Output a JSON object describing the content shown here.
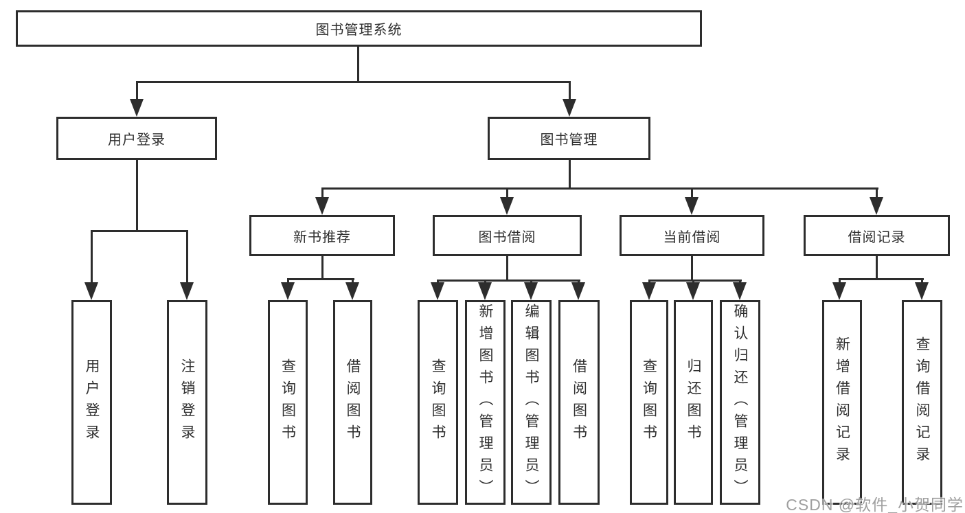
{
  "colors": {
    "line": "#2d2d2d",
    "text": "#2f2f2f",
    "watermark": "#9f9f9f",
    "background": "#ffffff"
  },
  "watermark": {
    "text": "CSDN @软件_小贺同学"
  },
  "tree": {
    "root": {
      "label": "图书管理系统"
    },
    "user_login": {
      "label": "用户登录",
      "children": [
        {
          "label": "用户登录"
        },
        {
          "label": "注销登录"
        }
      ]
    },
    "book_mgmt": {
      "label": "图书管理",
      "children": [
        {
          "label": "新书推荐",
          "children": [
            {
              "label": "查询图书"
            },
            {
              "label": "借阅图书"
            }
          ]
        },
        {
          "label": "图书借阅",
          "children": [
            {
              "label": "查询图书"
            },
            {
              "label": "新增图书（管理员）"
            },
            {
              "label": "编辑图书（管理员）"
            },
            {
              "label": "借阅图书"
            }
          ]
        },
        {
          "label": "当前借阅",
          "children": [
            {
              "label": "查询图书"
            },
            {
              "label": "归还图书"
            },
            {
              "label": "确认归还（管理员）"
            }
          ]
        },
        {
          "label": "借阅记录",
          "children": [
            {
              "label": "新增借阅记录"
            },
            {
              "label": "查询借阅记录"
            }
          ]
        }
      ]
    }
  }
}
